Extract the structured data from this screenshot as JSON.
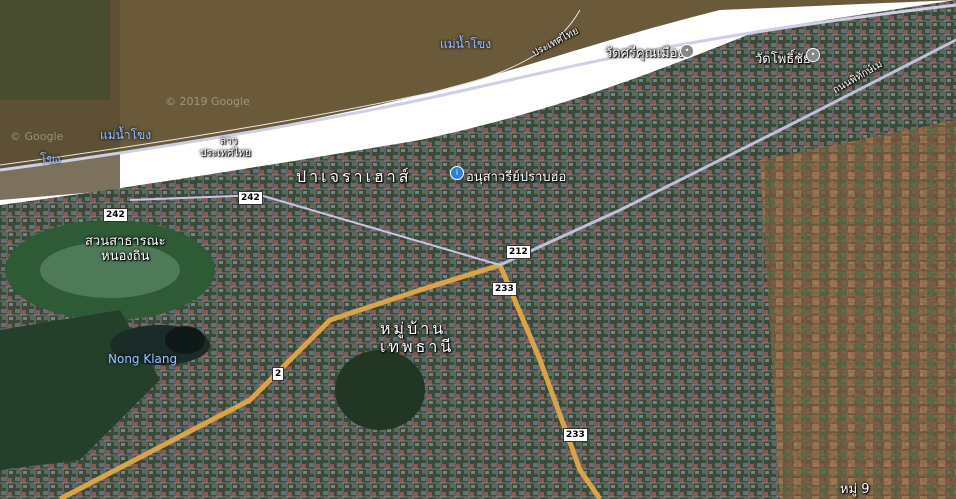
{
  "map": {
    "river": "แม่น้ำโขง",
    "river_upper": "แม่น้ำโขง",
    "country_upper": "ประเทศไทย",
    "country_lower_laos": "ลาว",
    "country_lower_thai": "ประเทศไทย",
    "laos_left": "โขง",
    "watermark_year": "© 2019 Google",
    "watermark_left": "© Google",
    "district": "ปาเจราเฮาส์",
    "village": "หมู่บ้าน\nเทพธานี",
    "park": "สวนสาธารณะ\nหนองถิน",
    "lake": "Nong Klang",
    "monument": "อนุสาวรีย์ปราบฮ่อ",
    "temple1": "วัดศรีคุณเมือง",
    "temple2": "วัดโพธิ์ชัย",
    "street_ne": "ถนนพิทักษ์เม",
    "moo9": "หมู่ 9",
    "roads": [
      "242",
      "242",
      "212",
      "233",
      "2",
      "233"
    ]
  }
}
